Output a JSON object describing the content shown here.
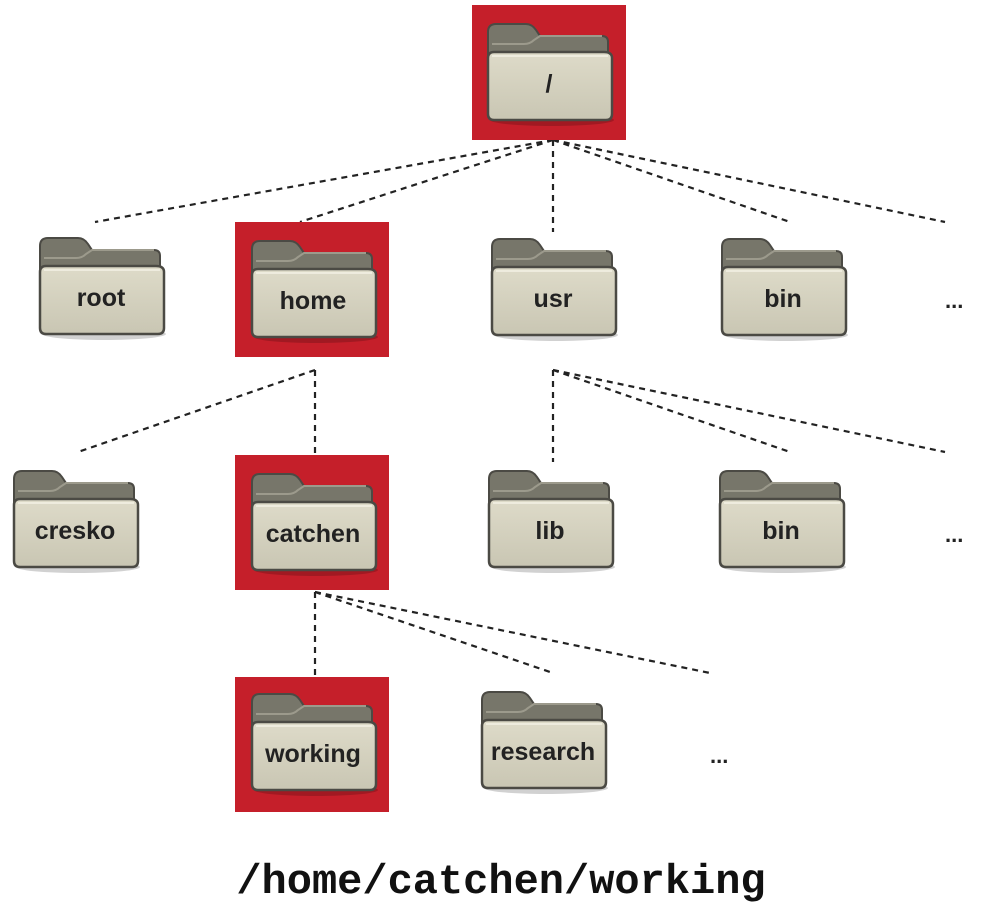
{
  "tree": {
    "root_node": {
      "label": "/",
      "highlighted": true
    },
    "level1": [
      {
        "label": "root",
        "highlighted": false
      },
      {
        "label": "home",
        "highlighted": true
      },
      {
        "label": "usr",
        "highlighted": false
      },
      {
        "label": "bin",
        "highlighted": false
      }
    ],
    "level1_more": "...",
    "home_children": [
      {
        "label": "cresko",
        "highlighted": false
      },
      {
        "label": "catchen",
        "highlighted": true
      }
    ],
    "usr_children": [
      {
        "label": "lib",
        "highlighted": false
      },
      {
        "label": "bin",
        "highlighted": false
      }
    ],
    "usr_more": "...",
    "catchen_children": [
      {
        "label": "working",
        "highlighted": true
      },
      {
        "label": "research",
        "highlighted": false
      }
    ],
    "catchen_more": "..."
  },
  "current_path": "/home/catchen/working",
  "colors": {
    "highlight": "#c51f2a",
    "folder_front": "#c9c6b3",
    "folder_back": "#77766a",
    "folder_outline": "#4b4a44"
  }
}
